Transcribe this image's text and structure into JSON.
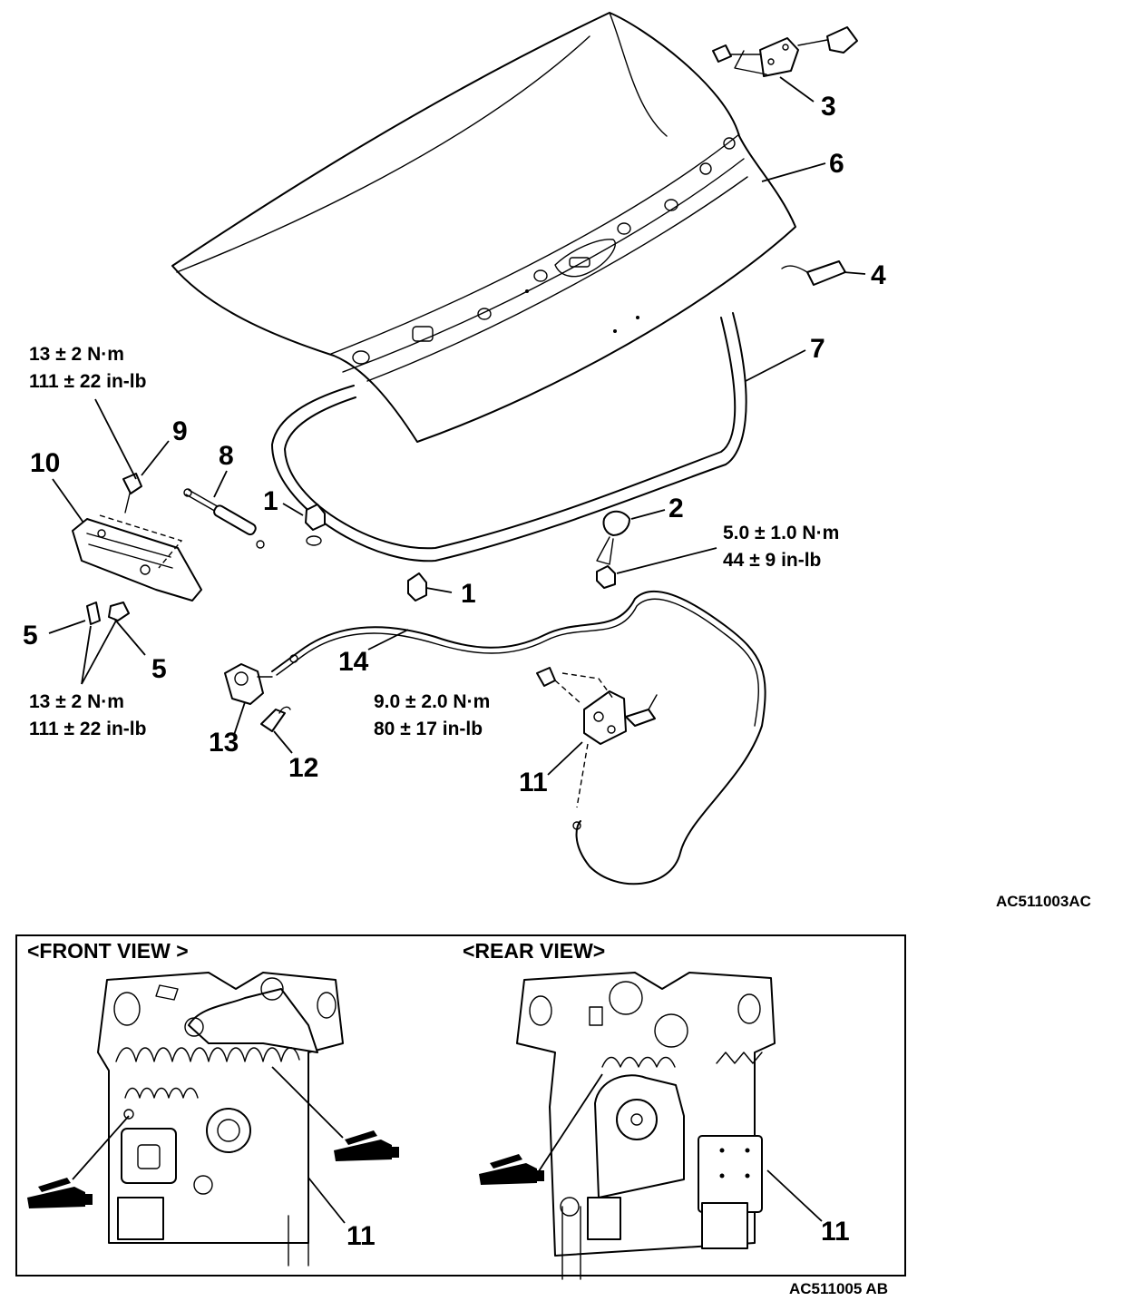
{
  "callouts": {
    "c1a": "1",
    "c1b": "1",
    "c2": "2",
    "c3": "3",
    "c4": "4",
    "c5a": "5",
    "c5b": "5",
    "c6": "6",
    "c7": "7",
    "c8": "8",
    "c9": "9",
    "c10": "10",
    "c11a": "11",
    "c11b": "11",
    "c11c": "11",
    "c12": "12",
    "c13": "13",
    "c14": "14"
  },
  "torque": {
    "t9_nm": "13 ± 2 N·m",
    "t9_inlb": "111 ± 22 in-lb",
    "t5_nm": "13 ± 2 N·m",
    "t5_inlb": "111 ± 22 in-lb",
    "t2_nm": "5.0 ± 1.0 N·m",
    "t2_inlb": "44 ± 9 in-lb",
    "t11_nm": "9.0 ± 2.0 N·m",
    "t11_inlb": "80 ± 17 in-lb"
  },
  "figure_codes": {
    "top": "AC511003AC",
    "bottom": "AC511005 AB"
  },
  "views": {
    "front": "<FRONT VIEW >",
    "rear": "<REAR VIEW>"
  },
  "icons": [
    "grease-gun-icon",
    "grease-gun-icon",
    "grease-gun-icon"
  ]
}
